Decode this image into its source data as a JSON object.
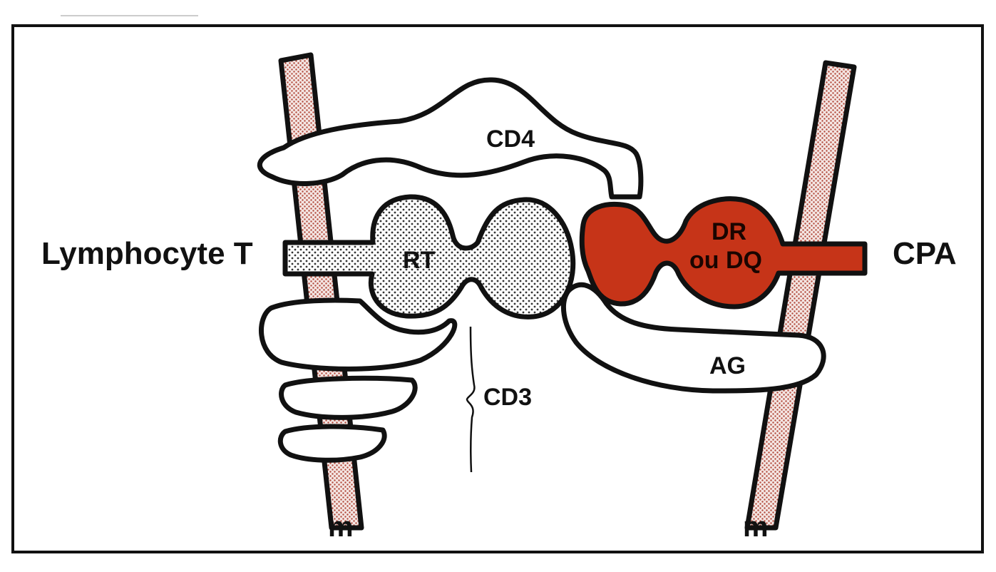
{
  "labels": {
    "left_cell": "Lymphocyte T",
    "right_cell": "CPA",
    "tcr": "RT",
    "cd4": "CD4",
    "cd3": "CD3",
    "mhc_line1": "DR",
    "mhc_line2": "ou DQ",
    "antigen": "AG",
    "membrane_left": "m",
    "membrane_right": "m"
  },
  "colors": {
    "outline": "#111111",
    "background": "#ffffff",
    "mhc_fill": "#c63418",
    "membrane_dots": "#b24a3c",
    "tcr_dots": "#333333"
  }
}
